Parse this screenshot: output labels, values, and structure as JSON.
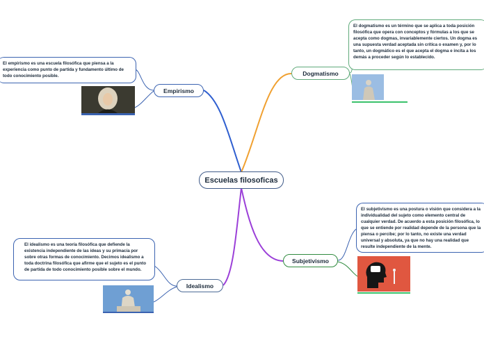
{
  "central": {
    "label": "Escuelas filosoficas"
  },
  "topics": {
    "empirismo": {
      "label": "Empirismo",
      "note": "El empirismo es una escuela filosófica que piensa a la experiencia como punto de partida y fundamento último de todo conocimiento posible.",
      "image": "portrait-photo"
    },
    "dogmatismo": {
      "label": "Dogmatismo",
      "note": "El dogmatismo es un término que se aplica a toda posición filosófica que opera con conceptos y fórmulas a los que se acepta como dogmas, invariablemente ciertos. Un dogma es una supuesta verdad aceptada sin crítica o examen y, por lo tanto, un dogmático es el que acepta el dogma e incita a los demás a proceder según lo establecido.",
      "image": "statue-photo"
    },
    "subjetivismo": {
      "label": "Subjetivismo",
      "note": "El subjetivismo es una postura o visión que considera a la individualidad del sujeto como elemento central de cualquier verdad. De acuerdo a esta posición filosófica, lo que se entiende por realidad depende de la persona que la piensa o percibe; por lo tanto, no existe una verdad universal y absoluta, ya que no hay una realidad que resulte independiente de la mente.",
      "image": "head-illustration"
    },
    "idealismo": {
      "label": "Idealismo",
      "note": "El idealismo es una teoría filosófica que defiende la existencia independiente de las ideas y su primacía por sobre otras formas de conocimiento. Decimos idealismo a toda doctrina filosófica que afirme que el sujeto es el punto de partida de todo conocimiento posible sobre el mundo.",
      "image": "statue-photo"
    }
  },
  "colors": {
    "central_border": "#3f5a88",
    "branch_empirismo": "#2f5fd0",
    "branch_dogmatismo": "#f0a030",
    "branch_subjetivismo": "#9b3fd8",
    "branch_idealismo": "#9b3fd8"
  }
}
